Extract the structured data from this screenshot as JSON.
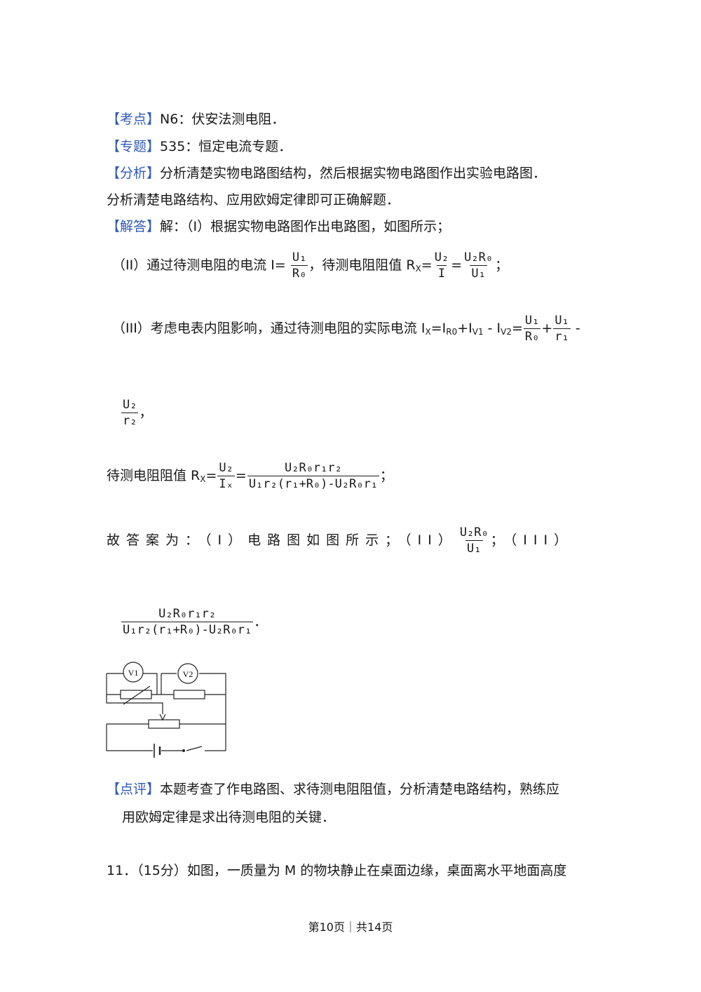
{
  "kaodian": {
    "tag": "【考点】",
    "text": "N6：伏安法测电阻．"
  },
  "zhuanti": {
    "tag": "【专题】",
    "text": "535：恒定电流专题．"
  },
  "fenxi": {
    "tag": "【分析】",
    "text": "分析清楚实物电路图结构，然后根据实物电路图作出实验电路图．",
    "text2": "分析清楚电路结构、应用欧姆定律即可正确解题．"
  },
  "jieda": {
    "tag": "【解答】",
    "text": "解：（I）根据实物电路图作出电路图，如图所示；"
  },
  "part2": {
    "prefix": "（II）通过待测电阻的电流 I=",
    "f1_num": "U₁",
    "f1_den": "R₀",
    "mid": "，待测电阻阻值 R",
    "mid_sub": "X",
    "eq": "=",
    "f2_num": "U₂",
    "f2_den": "I",
    "eq2": "=",
    "f3_num": "U₂R₀",
    "f3_den": "U₁",
    "end": "；"
  },
  "part3": {
    "prefix": "（III）考虑电表内阻影响，通过待测电阻的实际电流 I",
    "sub_x": "X",
    "eq1": "=I",
    "sub_r0": "R0",
    "plus": "+I",
    "sub_v1": "V1",
    "minus": " - I",
    "sub_v2": "V2",
    "eq2": "=",
    "f1_num": "U₁",
    "f1_den": "R₀",
    "plus2": "+",
    "f2_num": "U₁",
    "f2_den": "r₁",
    "minus2": " -",
    "f3_num": "U₂",
    "f3_den": "r₂",
    "comma": "，"
  },
  "rx": {
    "prefix": "待测电阻阻值 R",
    "sub": "X",
    "eq": "=",
    "f1_num": "U₂",
    "f1_den": "Iₓ",
    "eq2": "=",
    "f2_num": "U₂R₀r₁r₂",
    "f2_den": "U₁r₂(r₁+R₀)-U₂R₀r₁",
    "end": "；"
  },
  "answer": {
    "prefix": "故答案为：（I）电路图如图所示；（II）",
    "f1_num": "U₂R₀",
    "f1_den": "U₁",
    "mid": "；（III）",
    "f2_num": "U₂R₀r₁r₂",
    "f2_den": "U₁r₂(r₁+R₀)-U₂R₀r₁",
    "end": "．"
  },
  "circuit": {
    "v1": "V1",
    "v2": "V2"
  },
  "dianping": {
    "tag": "【点评】",
    "text": "本题考查了作电路图、求待测电阻阻值，分析清楚电路结构，熟练应",
    "text2": "用欧姆定律是求出待测电阻的关键．"
  },
  "q11": {
    "text": "11．（15分）如图，一质量为 M 的物块静止在桌面边缘，桌面离水平地面高度"
  },
  "footer": {
    "text": "第10页｜共14页"
  },
  "colors": {
    "tag": "#2f5bb7",
    "text": "#1a1a1a"
  }
}
